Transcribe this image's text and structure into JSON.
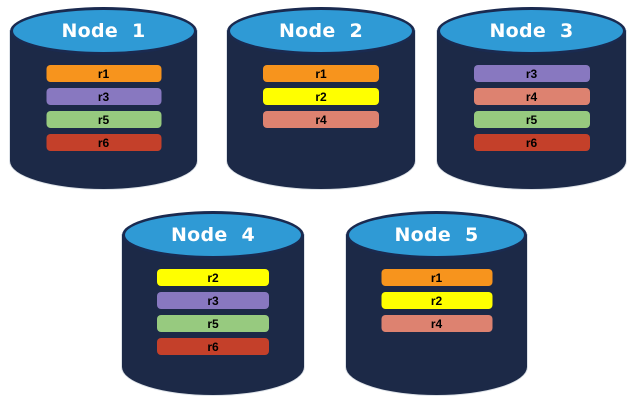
{
  "colors": {
    "background": "#FFFFFF",
    "cylinder_body": "#1C2947",
    "cylinder_top": "#2F9AD5",
    "cylinder_outline": "#1A2A50",
    "node_label_text": "#FFFFFF",
    "replica_label_text": "#000000"
  },
  "replica_colors": {
    "r1": "#F7941D",
    "r2": "#FFFF00",
    "r3": "#8878C0",
    "r4": "#DD8270",
    "r5": "#97CA7F",
    "r6": "#C4402A"
  },
  "nodes": [
    {
      "label": "Node 1",
      "replicas": [
        "r1",
        "r3",
        "r5",
        "r6"
      ]
    },
    {
      "label": "Node 2",
      "replicas": [
        "r1",
        "r2",
        "r4"
      ]
    },
    {
      "label": "Node 3",
      "replicas": [
        "r3",
        "r4",
        "r5",
        "r6"
      ]
    },
    {
      "label": "Node 4",
      "replicas": [
        "r2",
        "r3",
        "r5",
        "r6"
      ]
    },
    {
      "label": "Node 5",
      "replicas": [
        "r1",
        "r2",
        "r4"
      ]
    }
  ]
}
